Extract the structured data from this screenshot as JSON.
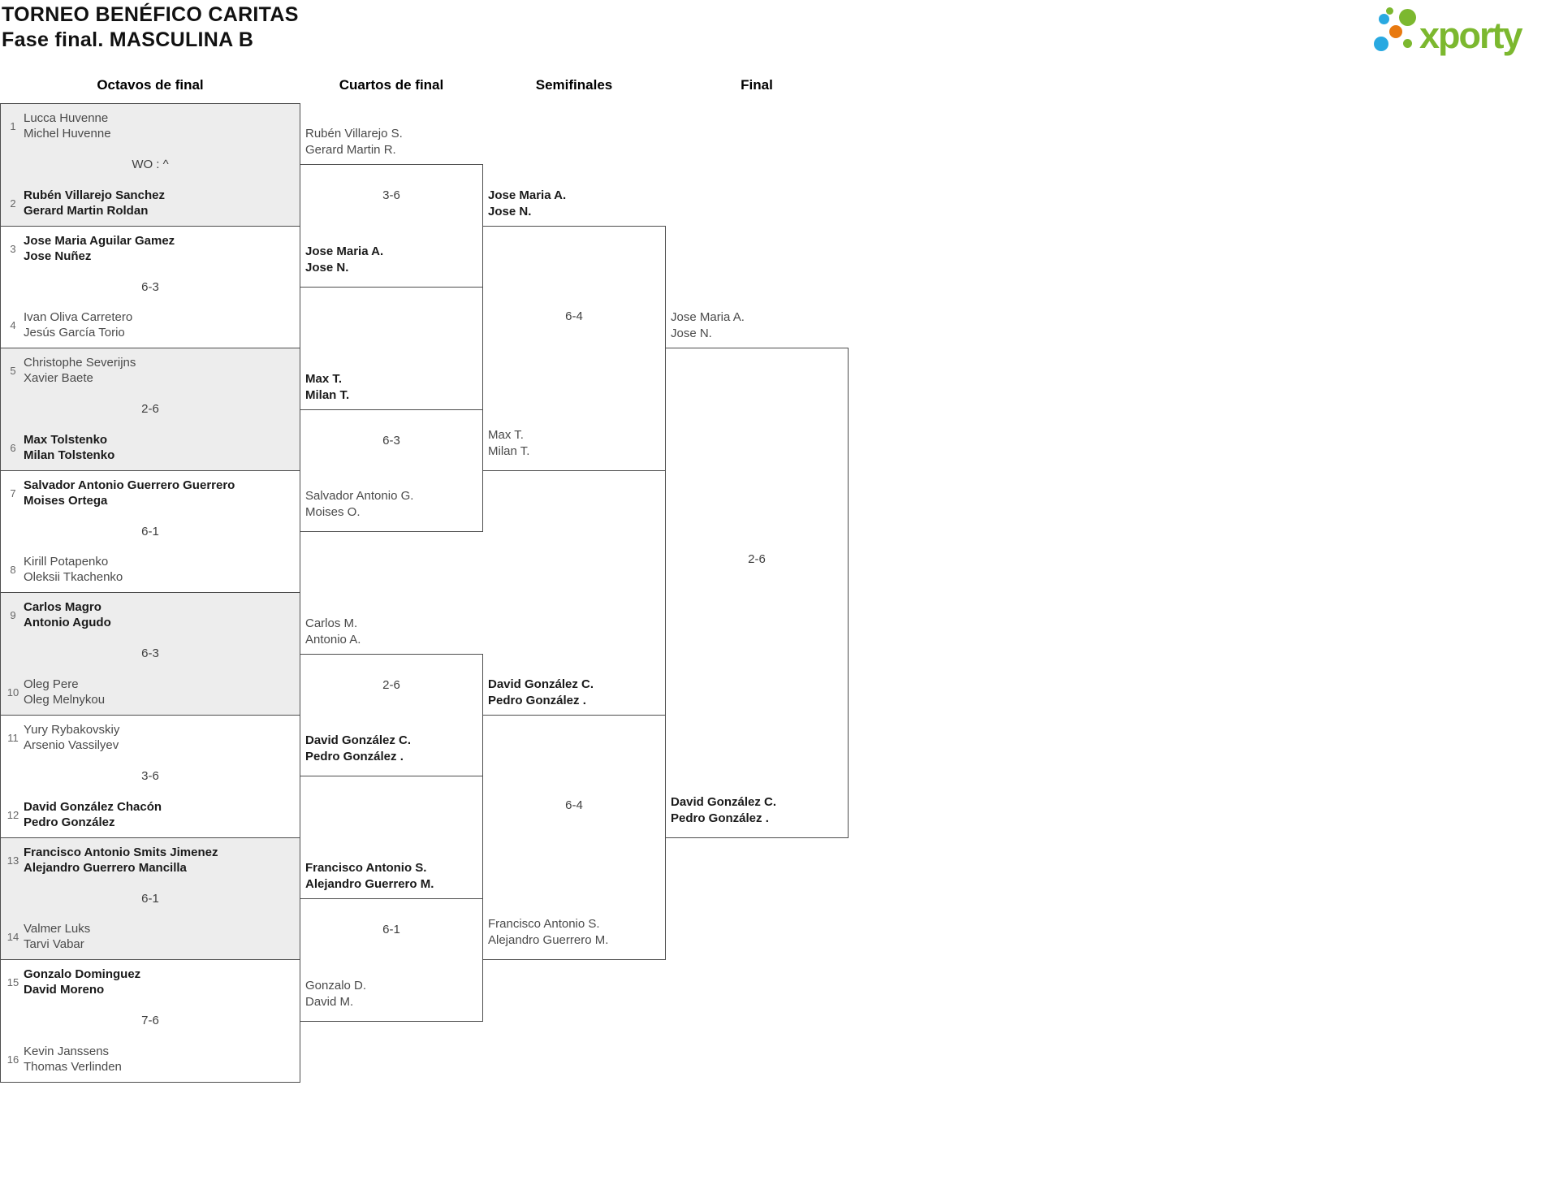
{
  "title": {
    "line1": "TORNEO BENÉFICO CARITAS",
    "line2": "Fase final. MASCULINA B"
  },
  "logo": {
    "name": "xporty"
  },
  "colors": {
    "green": "#7cb82f",
    "blue": "#29a9e1",
    "orange": "#e8790f",
    "border": "#4d4d4d",
    "alt_row_bg": "#ededed"
  },
  "rounds": [
    {
      "label": "Octavos de final",
      "matches": [
        {
          "seeds": [
            "1",
            "2"
          ],
          "score": "WO : ^",
          "top": {
            "names": [
              "Lucca Huvenne",
              "Michel Huvenne"
            ],
            "winner": false
          },
          "bottom": {
            "names": [
              "Rubén Villarejo Sanchez",
              "Gerard Martin Roldan"
            ],
            "winner": true
          }
        },
        {
          "seeds": [
            "3",
            "4"
          ],
          "score": "6-3",
          "top": {
            "names": [
              "Jose Maria Aguilar Gamez",
              "Jose Nuñez"
            ],
            "winner": true
          },
          "bottom": {
            "names": [
              "Ivan Oliva Carretero",
              "Jesús García Torio"
            ],
            "winner": false
          }
        },
        {
          "seeds": [
            "5",
            "6"
          ],
          "score": "2-6",
          "top": {
            "names": [
              "Christophe Severijns",
              "Xavier Baete"
            ],
            "winner": false
          },
          "bottom": {
            "names": [
              "Max Tolstenko",
              "Milan Tolstenko"
            ],
            "winner": true
          }
        },
        {
          "seeds": [
            "7",
            "8"
          ],
          "score": "6-1",
          "top": {
            "names": [
              "Salvador Antonio Guerrero Guerrero",
              "Moises Ortega"
            ],
            "winner": true
          },
          "bottom": {
            "names": [
              "Kirill Potapenko",
              "Oleksii Tkachenko"
            ],
            "winner": false
          }
        },
        {
          "seeds": [
            "9",
            "10"
          ],
          "score": "6-3",
          "top": {
            "names": [
              "Carlos Magro",
              "Antonio Agudo"
            ],
            "winner": true
          },
          "bottom": {
            "names": [
              "Oleg Pere",
              "Oleg Melnykou"
            ],
            "winner": false
          }
        },
        {
          "seeds": [
            "11",
            "12"
          ],
          "score": "3-6",
          "top": {
            "names": [
              "Yury Rybakovskiy",
              "Arsenio Vassilyev"
            ],
            "winner": false
          },
          "bottom": {
            "names": [
              "David González Chacón",
              "Pedro González"
            ],
            "winner": true
          }
        },
        {
          "seeds": [
            "13",
            "14"
          ],
          "score": "6-1",
          "top": {
            "names": [
              "Francisco Antonio Smits Jimenez",
              "Alejandro Guerrero Mancilla"
            ],
            "winner": true
          },
          "bottom": {
            "names": [
              "Valmer Luks",
              "Tarvi Vabar"
            ],
            "winner": false
          }
        },
        {
          "seeds": [
            "15",
            "16"
          ],
          "score": "7-6",
          "top": {
            "names": [
              "Gonzalo Dominguez",
              "David Moreno"
            ],
            "winner": true
          },
          "bottom": {
            "names": [
              "Kevin Janssens",
              "Thomas Verlinden"
            ],
            "winner": false
          }
        }
      ]
    },
    {
      "label": "Cuartos de final",
      "matches": [
        {
          "score": "3-6",
          "top": {
            "names": [
              "Rubén Villarejo S.",
              "Gerard Martin R."
            ],
            "winner": false
          },
          "bottom": {
            "names": [
              "Jose Maria A.",
              "Jose N."
            ],
            "winner": true
          }
        },
        {
          "score": "6-3",
          "top": {
            "names": [
              "Max T.",
              "Milan T."
            ],
            "winner": true
          },
          "bottom": {
            "names": [
              "Salvador Antonio G.",
              "Moises O."
            ],
            "winner": false
          }
        },
        {
          "score": "2-6",
          "top": {
            "names": [
              "Carlos M.",
              "Antonio A."
            ],
            "winner": false
          },
          "bottom": {
            "names": [
              "David González C.",
              "Pedro González ."
            ],
            "winner": true
          }
        },
        {
          "score": "6-1",
          "top": {
            "names": [
              "Francisco Antonio S.",
              "Alejandro Guerrero M."
            ],
            "winner": true
          },
          "bottom": {
            "names": [
              "Gonzalo D.",
              "David M."
            ],
            "winner": false
          }
        }
      ]
    },
    {
      "label": "Semifinales",
      "matches": [
        {
          "score": "6-4",
          "top": {
            "names": [
              "Jose Maria A.",
              "Jose N."
            ],
            "winner": true
          },
          "bottom": {
            "names": [
              "Max T.",
              "Milan T."
            ],
            "winner": false
          }
        },
        {
          "score": "6-4",
          "top": {
            "names": [
              "David González C.",
              "Pedro González ."
            ],
            "winner": true
          },
          "bottom": {
            "names": [
              "Francisco Antonio S.",
              "Alejandro Guerrero M."
            ],
            "winner": false
          }
        }
      ]
    },
    {
      "label": "Final",
      "matches": [
        {
          "score": "2-6",
          "top": {
            "names": [
              "Jose Maria A.",
              "Jose N."
            ],
            "winner": false
          },
          "bottom": {
            "names": [
              "David González C.",
              "Pedro González ."
            ],
            "winner": true
          }
        }
      ]
    }
  ]
}
